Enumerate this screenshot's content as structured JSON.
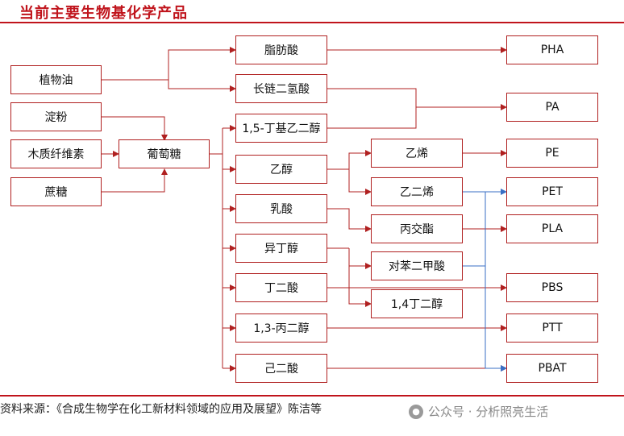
{
  "title": "当前主要生物基化学产品",
  "raw_materials": [
    "植物油",
    "淀粉",
    "木质纤维素",
    "蔗糖"
  ],
  "glucose": "葡萄糖",
  "intermediates": [
    "脂肪酸",
    "长链二氢酸",
    "1,5-丁基乙二醇",
    "乙醇",
    "乳酸",
    "异丁醇",
    "丁二酸",
    "1,3-丙二醇",
    "己二酸"
  ],
  "monomers": [
    "乙烯",
    "乙二烯",
    "丙交酯",
    "对苯二甲酸",
    "1,4丁二醇"
  ],
  "products": [
    "PHA",
    "PA",
    "PE",
    "PET",
    "PLA",
    "PBS",
    "PTT",
    "PBAT"
  ],
  "source": "资料来源：《合成生物学在化工新材料领域的应用及展望》陈洁等",
  "watermark": "公众号 · 分析照亮生活",
  "colors": {
    "accent": "#c0141c",
    "box_border": "#b02020",
    "arrow_blue": "#3a6fc4"
  }
}
